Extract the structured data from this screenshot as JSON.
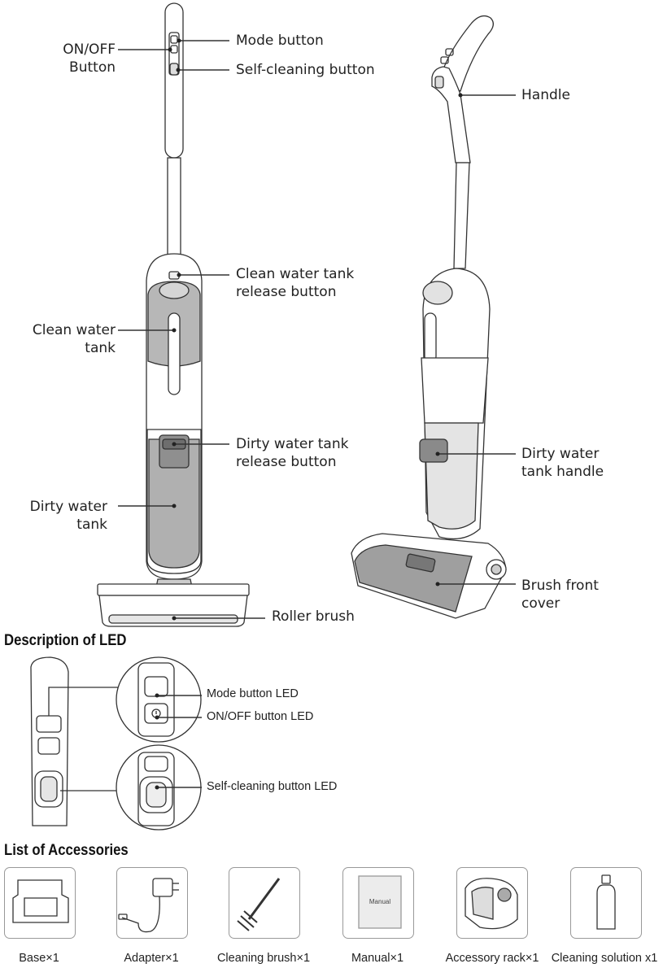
{
  "main_diagram": {
    "labels": {
      "on_off_line1": "ON/OFF",
      "on_off_line2": "Button",
      "mode_button": "Mode button",
      "self_cleaning_button": "Self-cleaning button",
      "clean_tank_release_line1": "Clean water tank",
      "clean_tank_release_line2": "release button",
      "clean_tank_line1": "Clean water",
      "clean_tank_line2": "tank",
      "dirty_tank_release_line1": "Dirty water tank",
      "dirty_tank_release_line2": "release button",
      "dirty_tank_line1": "Dirty water",
      "dirty_tank_line2": "tank",
      "roller_brush": "Roller brush",
      "handle": "Handle",
      "dirty_tank_handle_line1": "Dirty water",
      "dirty_tank_handle_line2": "tank handle",
      "brush_cover_line1": "Brush front",
      "brush_cover_line2": "cover"
    }
  },
  "led_section": {
    "heading": "Description of LED",
    "mode_led": "Mode button LED",
    "on_off_led": "ON/OFF button LED",
    "self_cleaning_led": "Self-cleaning button LED"
  },
  "accessories_section": {
    "heading": "List of Accessories",
    "items": [
      {
        "label": "Base×1",
        "icon": "base-icon"
      },
      {
        "label": "Adapter×1",
        "icon": "adapter-icon"
      },
      {
        "label": "Cleaning brush×1",
        "icon": "cleaning-brush-icon"
      },
      {
        "label": "Manual×1",
        "icon": "manual-icon",
        "cover_text": "Manual"
      },
      {
        "label": "Accessory rack×1",
        "icon": "accessory-rack-icon"
      },
      {
        "label": "Cleaning solution x1",
        "icon": "cleaning-solution-icon"
      }
    ]
  }
}
